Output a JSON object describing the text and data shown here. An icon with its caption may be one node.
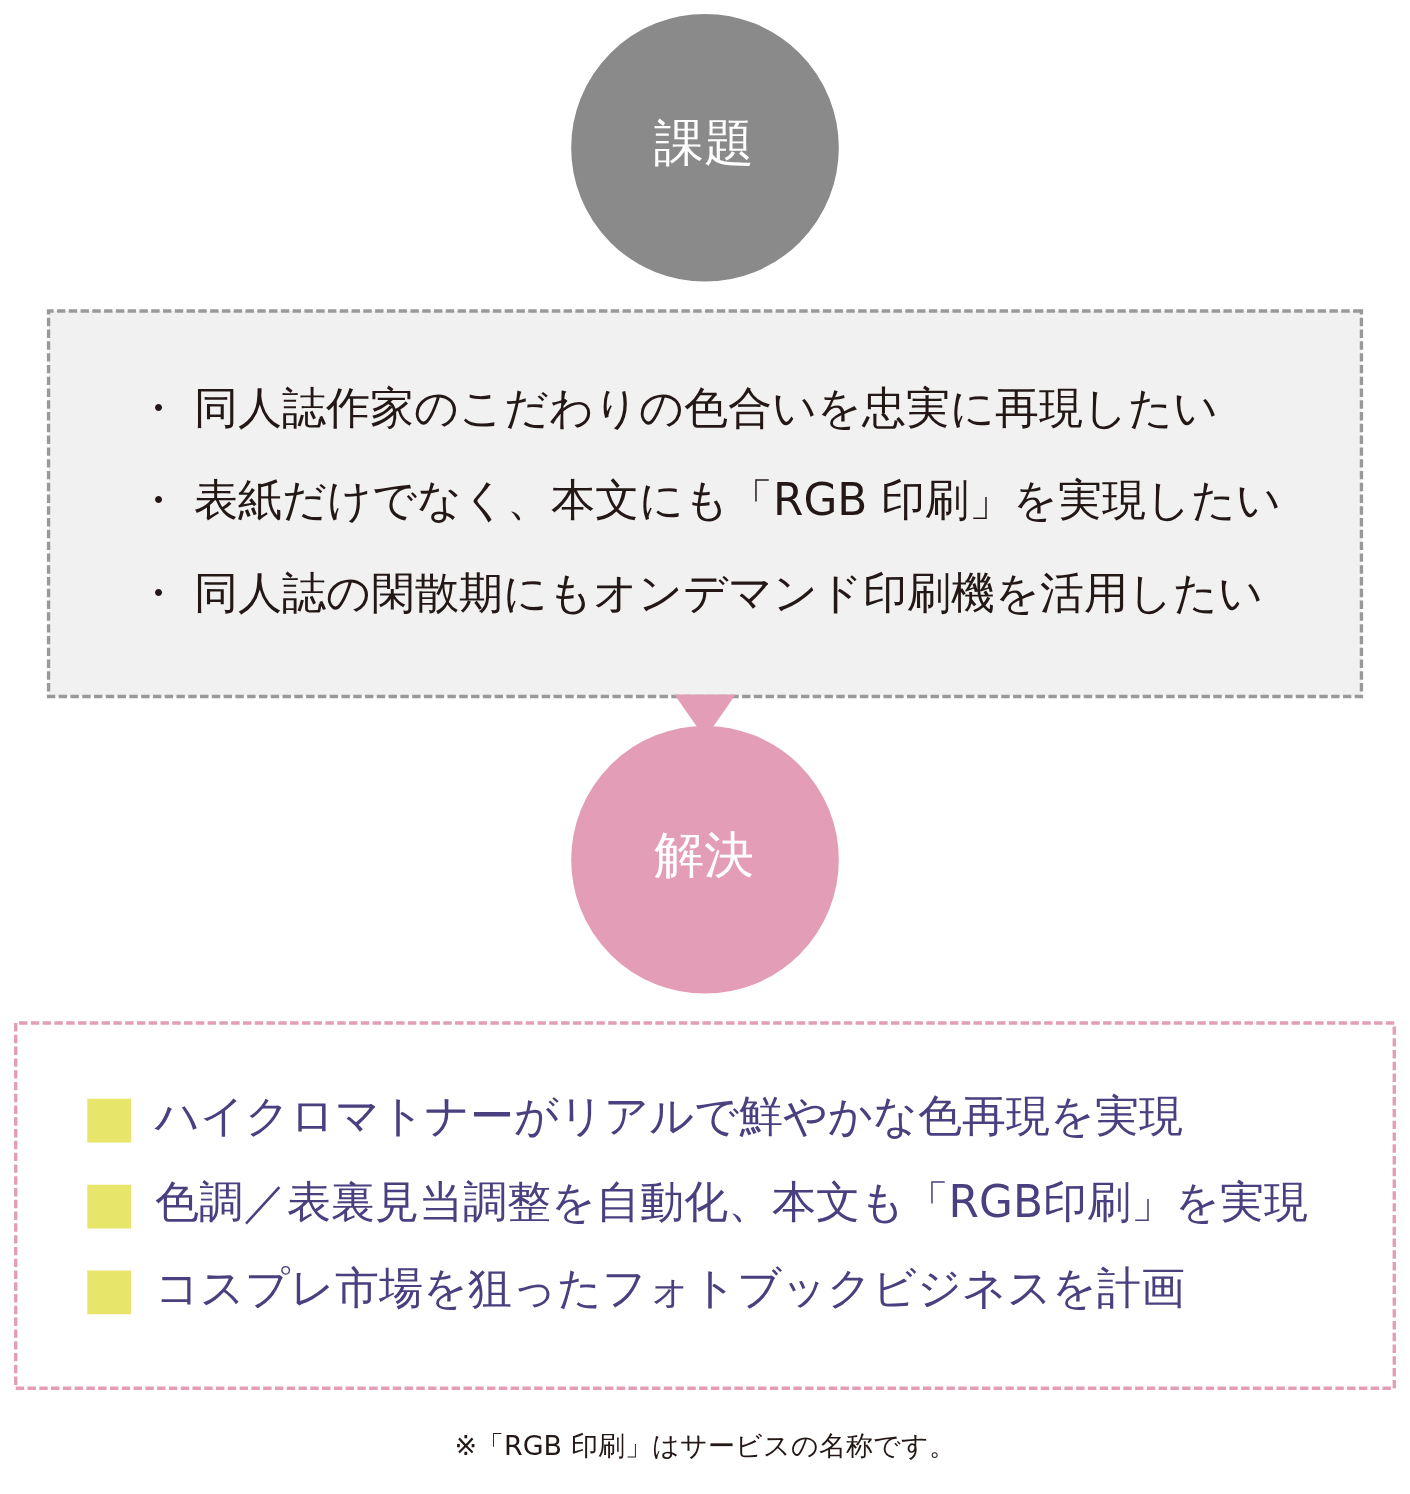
{
  "diagram": {
    "nodes": [
      {
        "text": [
          "課題"
        ]
      },
      {
        "text": [
          "・ 同人誌作家のこだわりの色合いを忠実に再現したい",
          "・ 表紙だけでなく、本文にも「RGB 印刷」を実現したい",
          "・ 同人誌の閑散期にもオンデマンド印刷機を活用したい"
        ]
      },
      {
        "text": [
          "解決"
        ]
      },
      {
        "text": [
          "ハイクロマトナーがリアルで鮮やかな色再現を実現",
          "色調／表裏見当調整を自動化、本文も「RGB印刷」を実現",
          "コスプレ市場を狙ったフォトブックビジネスを計画"
        ]
      }
    ],
    "edges": [
      {
        "from": 1,
        "to": 2,
        "arrow": "to",
        "style": "thick",
        "color": "#e39db6"
      }
    ],
    "labels": [
      "※「RGB 印刷」はサービスの名称です。"
    ]
  }
}
